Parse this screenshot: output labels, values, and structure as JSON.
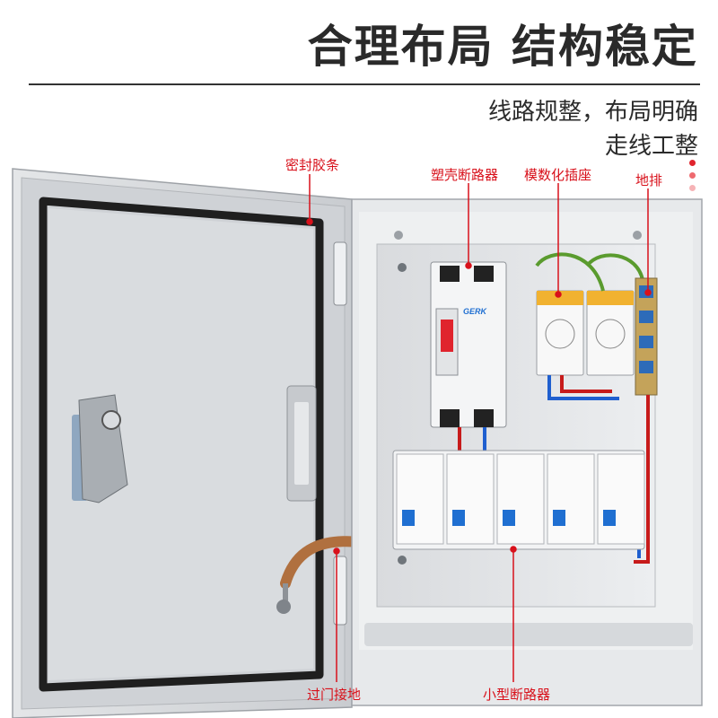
{
  "headline": "合理布局 结构稳定",
  "subheadline": [
    "线路规整，布局明确",
    "走线工整"
  ],
  "callouts": {
    "seal_strip": "密封胶条",
    "mccb": "塑壳断路器",
    "modular_socket": "模数化插座",
    "ground_bar": "地排",
    "door_ground": "过门接地",
    "mini_breaker": "小型断路器"
  },
  "mccb_brand": "GERK",
  "accent_colors": {
    "callout_red": "#d8111b",
    "dot_colors": [
      "#e0242d",
      "#ee6a6f",
      "#f6b3b6"
    ],
    "panel_gray": "#d5d7da",
    "breaker_blue": "#1f6fd1"
  },
  "breakers_count_shown": 5
}
